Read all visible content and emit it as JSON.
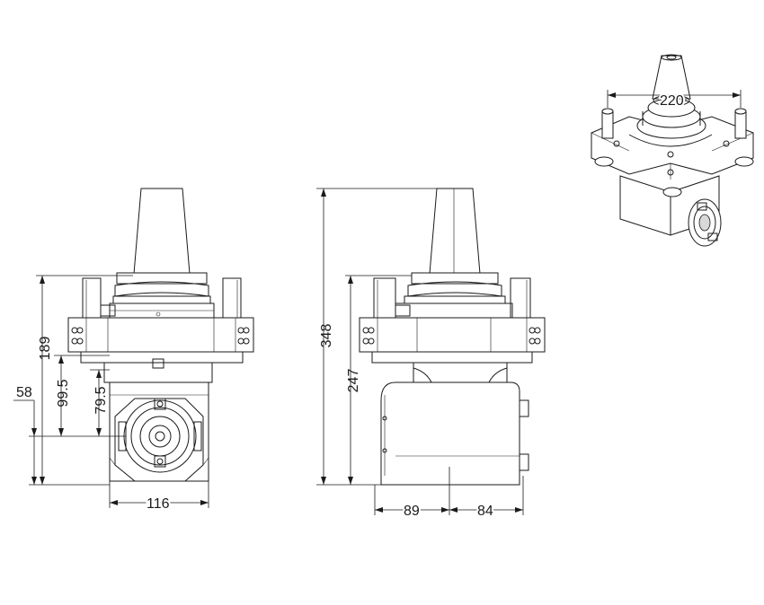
{
  "dimensions": {
    "front_height_total": "189",
    "front_height_mid": "99.5",
    "front_height_axis": "79.5",
    "front_offset_left": "58",
    "front_width": "116",
    "side_height_total": "348",
    "side_height_flange": "247",
    "side_width_left": "89",
    "side_width_right": "84",
    "iso_diameter": "220"
  },
  "colors": {
    "line": "#1a1a1a",
    "background": "#ffffff",
    "shade": "#d9d9d9"
  }
}
